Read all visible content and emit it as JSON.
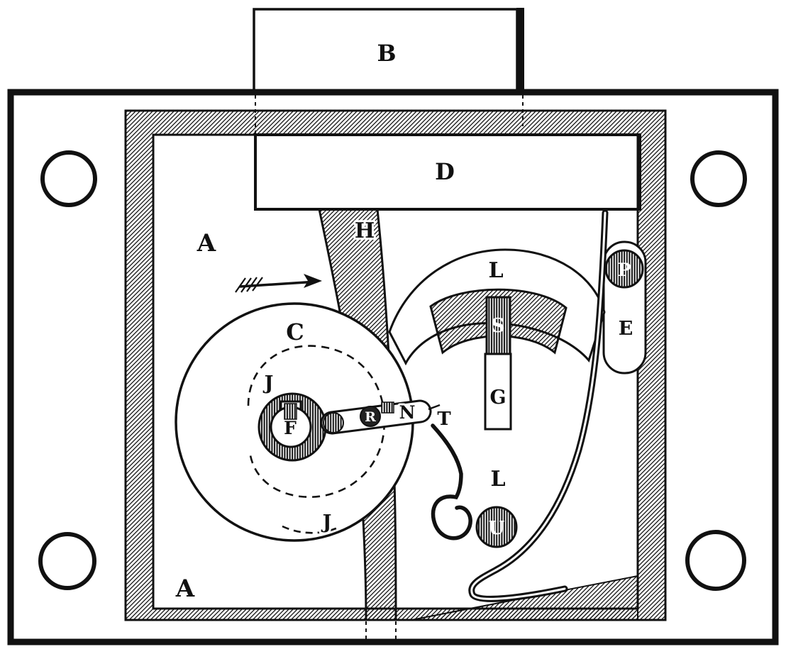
{
  "figure": {
    "labels": {
      "bolt_head": "B",
      "bolt": "D",
      "case_upper": "A",
      "case_lower": "A",
      "partition": "H",
      "wheel": "C",
      "spiral_upper": "J",
      "spiral_lower": "J",
      "keyhole": "F",
      "pivot": "R",
      "arm": "N",
      "arm_tip": "T",
      "lever_upper": "L",
      "lever_lower": "L",
      "stud": "S",
      "stem": "G",
      "pin": "P",
      "spring_guide": "E",
      "stump": "U"
    },
    "colors": {
      "ink": "#111111",
      "paper": "#ffffff"
    }
  }
}
